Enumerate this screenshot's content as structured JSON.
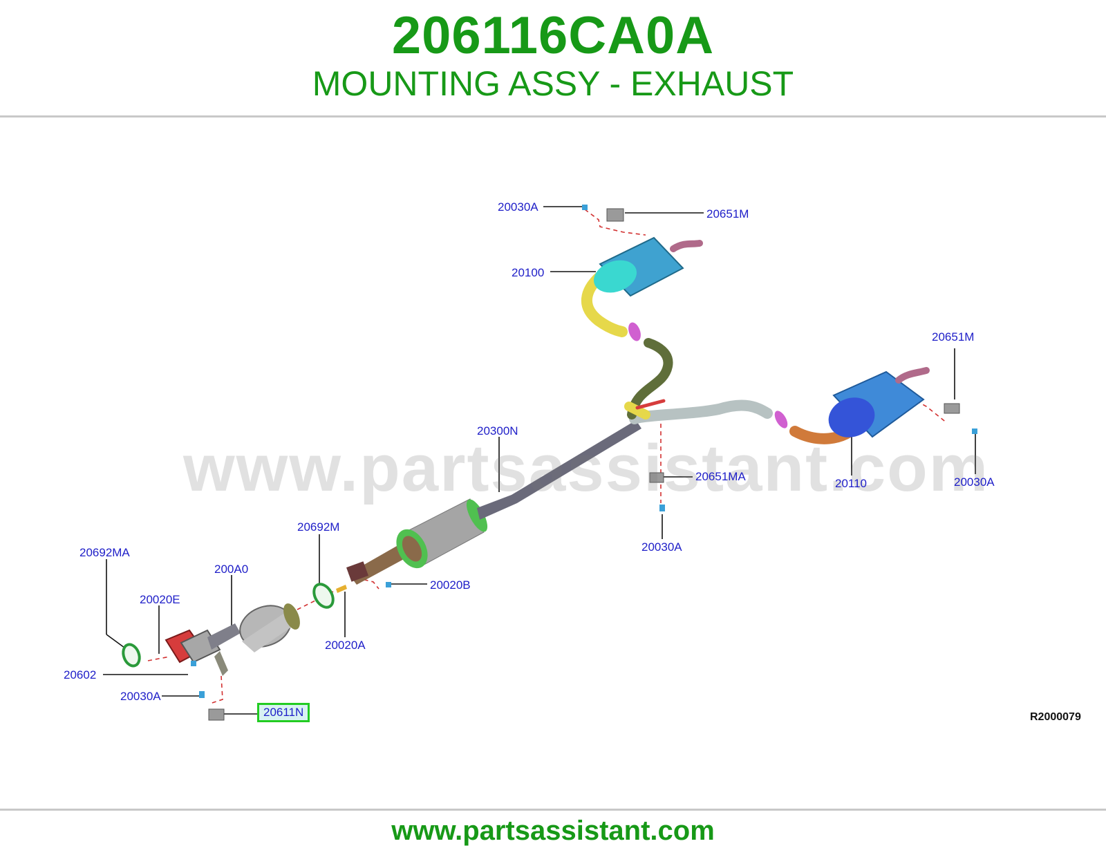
{
  "header": {
    "part_number": "206116CA0A",
    "title": "MOUNTING ASSY - EXHAUST"
  },
  "diagram": {
    "watermark": "www.partsassistant.com",
    "reference_code": "R2000079",
    "highlighted_part": "20611N",
    "callouts": [
      "20030A",
      "20651M",
      "20100",
      "20651M",
      "20030A",
      "20110",
      "20300N",
      "20651MA",
      "20030A",
      "20692M",
      "20692MA",
      "200A0",
      "20020E",
      "20020B",
      "20020A",
      "20602",
      "20030A",
      "20611N"
    ]
  },
  "footer": {
    "url": "www.partsassistant.com"
  },
  "colors": {
    "brand_green": "#179917",
    "callout_blue": "#1e1ec8",
    "highlight_border": "#22cc22"
  }
}
